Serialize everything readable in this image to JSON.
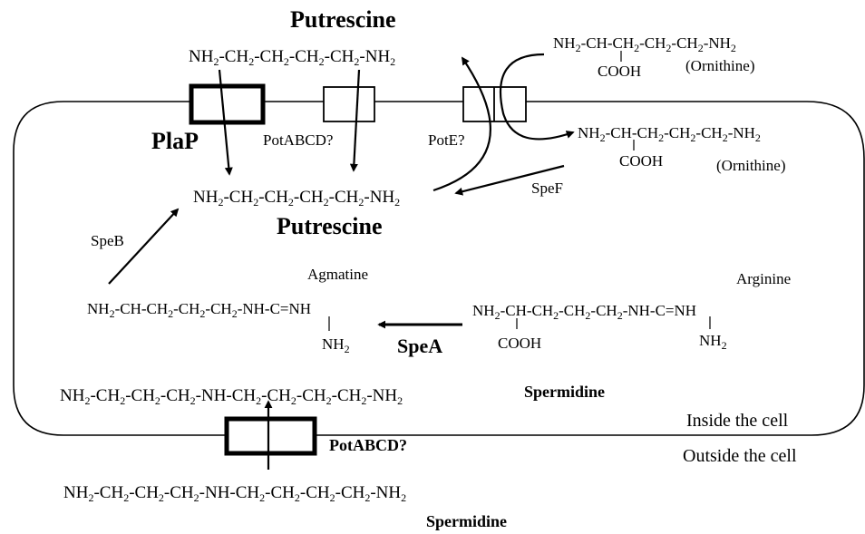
{
  "labels": {
    "putrescine_top": "Putrescine",
    "putrescine_mid": "Putrescine",
    "plap": "PlaP",
    "potabcd_top": "PotABCD?",
    "pote": "PotE?",
    "spef": "SpeF",
    "speb": "SpeB",
    "agmatine": "Agmatine",
    "arginine": "Arginine",
    "spea": "SpeA",
    "spermidine_inside": "Spermidine",
    "potabcd_bottom": "PotABCD?",
    "spermidine_outside": "Spermidine",
    "ornithine_out": "(Ornithine)",
    "ornithine_in": "(Ornithine)",
    "inside": "Inside the cell",
    "outside": "Outside the cell"
  },
  "formulas": {
    "put_top": "NH2-CH2-CH2-CH2-CH2-NH2",
    "orn_out": "NH2-CH-CH2-CH2-CH2-NH2",
    "orn_out_cooh": "COOH",
    "orn_in": "NH2-CH-CH2-CH2-CH2-NH2",
    "orn_in_cooh": "COOH",
    "put_mid": "NH2-CH2-CH2-CH2-CH2-NH2",
    "agm": "NH2-CH-CH2-CH2-CH2-NH-C=NH",
    "agm_nh2": "NH2",
    "arg": "NH2-CH-CH2-CH2-CH2-NH-C=NH",
    "arg_cooh": "COOH",
    "arg_nh2": "NH2",
    "spd_in": "NH2-CH2-CH2-CH2-NH-CH2-CH2-CH2-CH2-NH2",
    "spd_out": "NH2-CH2-CH2-CH2-NH-CH2-CH2-CH2-CH2-NH2"
  }
}
